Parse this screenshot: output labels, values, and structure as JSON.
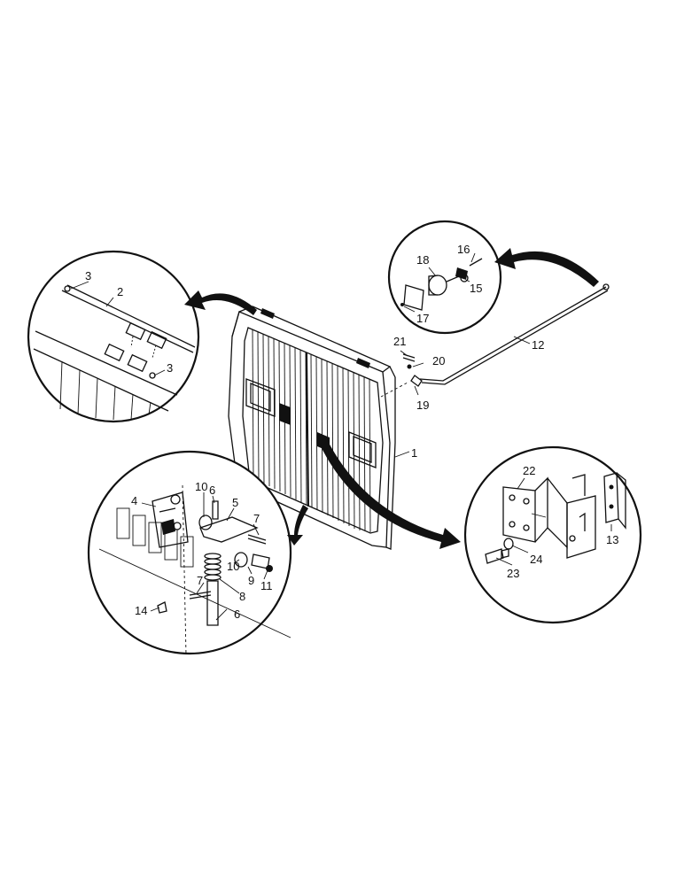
{
  "diagram": {
    "callouts": [
      {
        "id": "c1",
        "text": "1"
      },
      {
        "id": "c2",
        "text": "2"
      },
      {
        "id": "c3a",
        "text": "3"
      },
      {
        "id": "c3b",
        "text": "3"
      },
      {
        "id": "c4",
        "text": "4"
      },
      {
        "id": "c5",
        "text": "5"
      },
      {
        "id": "c6a",
        "text": "6"
      },
      {
        "id": "c6b",
        "text": "6"
      },
      {
        "id": "c7a",
        "text": "7"
      },
      {
        "id": "c7b",
        "text": "7"
      },
      {
        "id": "c8",
        "text": "8"
      },
      {
        "id": "c9",
        "text": "9"
      },
      {
        "id": "c10a",
        "text": "10"
      },
      {
        "id": "c10b",
        "text": "10"
      },
      {
        "id": "c11",
        "text": "11"
      },
      {
        "id": "c12",
        "text": "12"
      },
      {
        "id": "c13",
        "text": "13"
      },
      {
        "id": "c14",
        "text": "14"
      },
      {
        "id": "c15",
        "text": "15"
      },
      {
        "id": "c16",
        "text": "16"
      },
      {
        "id": "c17",
        "text": "17"
      },
      {
        "id": "c18",
        "text": "18"
      },
      {
        "id": "c19",
        "text": "19"
      },
      {
        "id": "c20",
        "text": "20"
      },
      {
        "id": "c21",
        "text": "21"
      },
      {
        "id": "c22",
        "text": "22"
      },
      {
        "id": "c23",
        "text": "23"
      },
      {
        "id": "c24",
        "text": "24"
      }
    ]
  }
}
